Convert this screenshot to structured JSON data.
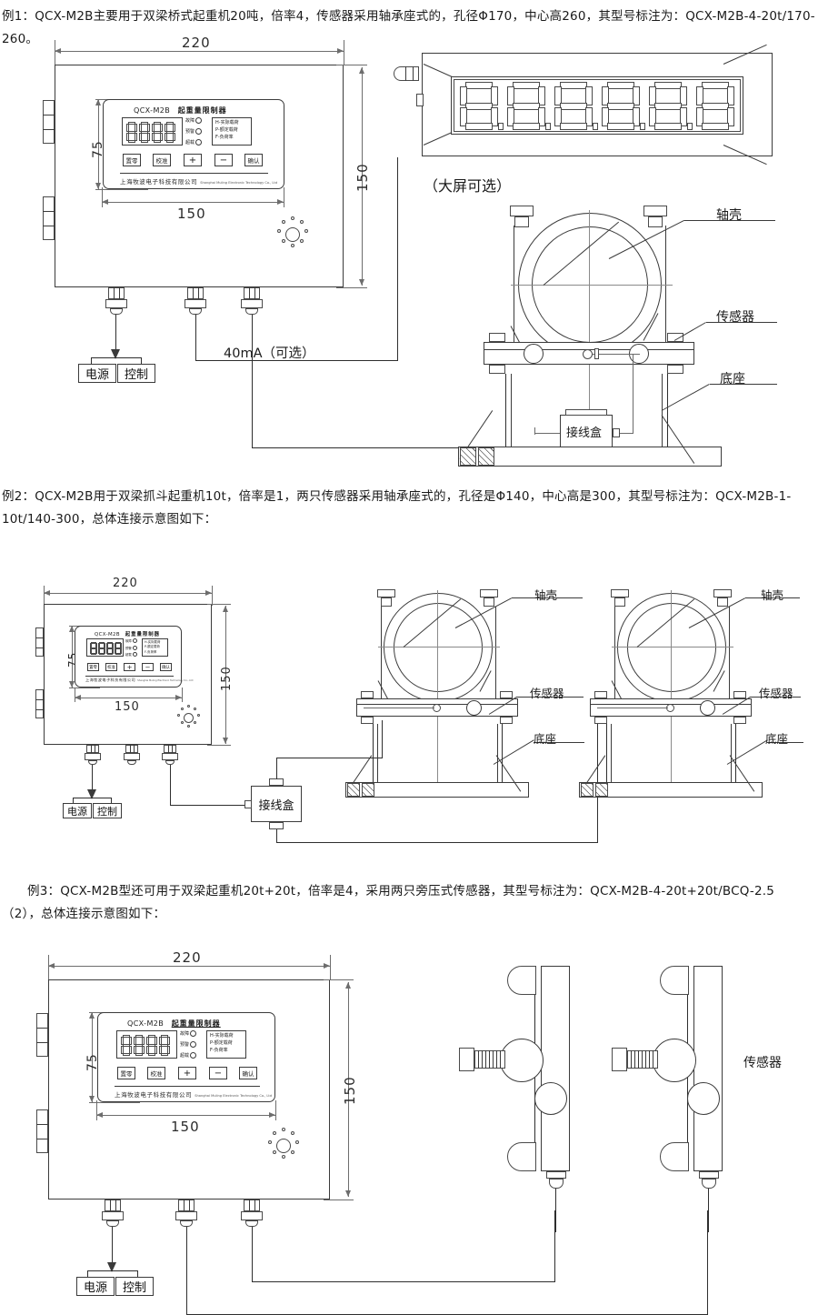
{
  "paragraphs": {
    "example1": "例1：QCX-M2B主要用于双梁桥式起重机20吨，倍率4，传感器采用轴承座式的，孔径Φ170，中心高260，其型号标注为：QCX-M2B-4-20t/170-260。",
    "example2": "例2：QCX-M2B用于双梁抓斗起重机10t，倍率是1，两只传感器采用轴承座式的，孔径是Φ140，中心高是300，其型号标注为：QCX-M2B-1-10t/140-300，总体连接示意图如下：",
    "example3": "例3：QCX-M2B型还可用于双梁起重机20t+20t，倍率是4，采用两只旁压式传感器，其型号标注为：QCX-M2B-4-20t+20t/BCQ-2.5（2），总体连接示意图如下："
  },
  "controller": {
    "model": "QCX-M2B",
    "title": "起重量限制器",
    "display_value": "8888",
    "indicators": [
      {
        "label": "故障"
      },
      {
        "label": "预警"
      },
      {
        "label": "超载"
      }
    ],
    "legend_lines": [
      "H-实际载荷",
      "P-额定载荷",
      "F-负荷率"
    ],
    "buttons": [
      {
        "label": "置零"
      },
      {
        "label": "校准"
      },
      {
        "label": "+"
      },
      {
        "label": "−"
      },
      {
        "label": "确认"
      }
    ],
    "company_cn": "上海牧波电子科技有限公司",
    "company_en": "Shanghai Muling Electronic Technology Co., Ltd"
  },
  "dimensions": {
    "width_outer": "220",
    "height_outer": "150",
    "faceplate_width": "150",
    "faceplate_height": "75"
  },
  "figure1": {
    "big_display": {
      "digits": "888888",
      "caption": "（大屏可选）"
    },
    "analog_out": "40mA（可选）",
    "power_tag": "电源",
    "control_tag": "控制",
    "labels": {
      "housing": "轴壳",
      "sensor": "传感器",
      "base": "底座",
      "junction_box": "接线盒"
    }
  },
  "figure2": {
    "power_tag": "电源",
    "control_tag": "控制",
    "junction_box": "接线盒",
    "labels": {
      "housing": "轴壳",
      "sensor": "传感器",
      "base": "底座"
    }
  },
  "figure3": {
    "power_tag": "电源",
    "control_tag": "控制",
    "sensor_label": "传感器"
  },
  "colors": {
    "line": "#3b3b3b",
    "dim_line": "#6d6d6d",
    "text": "#1a1a1a",
    "background": "#ffffff"
  }
}
